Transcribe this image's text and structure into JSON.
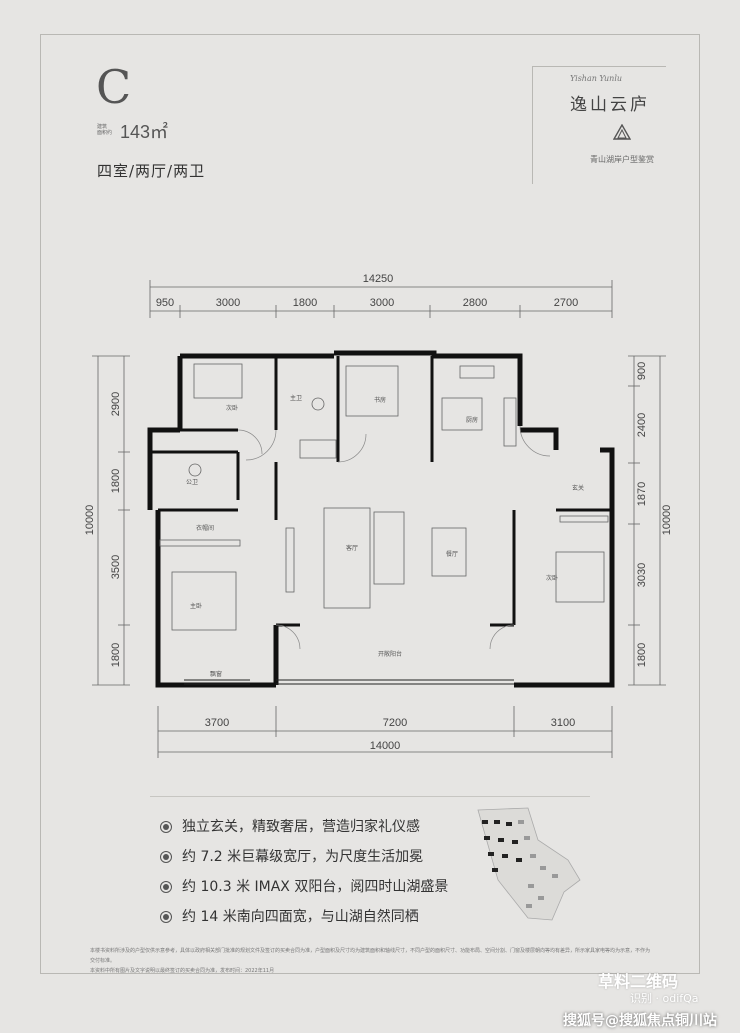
{
  "header": {
    "type_letter": "C",
    "area_note_line1": "建筑",
    "area_note_line2": "面积约",
    "area": "143㎡",
    "rooms": "四室/两厅/两卫"
  },
  "logo": {
    "script_name": "Yishan Yunlu",
    "chinese_name": "逸山云庐",
    "mark": "logo-mark-icon",
    "subtitle": "青山湖岸户型鉴赏"
  },
  "dimensions": {
    "top_total": "14250",
    "top_segments": [
      "950",
      "3000",
      "1800",
      "3000",
      "2800",
      "2700"
    ],
    "left_segments": [
      "2900",
      "1800",
      "3500",
      "1800"
    ],
    "left_total": "10000",
    "right_segments": [
      "900",
      "2400",
      "1870",
      "3030",
      "1800"
    ],
    "right_total": "10000",
    "bottom_segments": [
      "3700",
      "7200",
      "3100"
    ],
    "bottom_total": "14000"
  },
  "room_labels": {
    "bedroom_top": "次卧",
    "bath_top": "主卫",
    "study": "书房",
    "kitchen": "厨房",
    "bath_left": "公卫",
    "entry": "玄关",
    "closet": "衣帽间",
    "living": "客厅",
    "dining": "餐厅",
    "bedroom_right": "次卧",
    "master": "主卧",
    "balcony": "开敞阳台",
    "bay": "飘窗"
  },
  "features": [
    "独立玄关，精致奢居，营造归家礼仪感",
    "约 7.2 米巨幕级宽厅，为尺度生活加冕",
    "约 10.3 米 IMAX 双阳台，阅四时山湖盛景",
    "约 14 米南向四面宽，与山湖自然同栖"
  ],
  "disclaimer": "本楼书资料所涉及的户型仅供示意参考，具体以政府相关部门批准的规划文件及签订的买卖合同为准，户型面积及尺寸均为建筑面积和轴线尺寸，不同户型的面积尺寸、功能布局、空间分割、门窗及楼层朝向等均有差异，所示家具家电等均为示意，不作为交付标准。",
  "disclaimer_2": "本资料中所有图片及文字说明以最终签订的买卖合同为准，发布时间：2022年11月",
  "watermark": {
    "code_label": "草料二维码",
    "code_sub": "识别 · odifQa",
    "site": "搜狐号@搜狐焦点铜川站"
  }
}
